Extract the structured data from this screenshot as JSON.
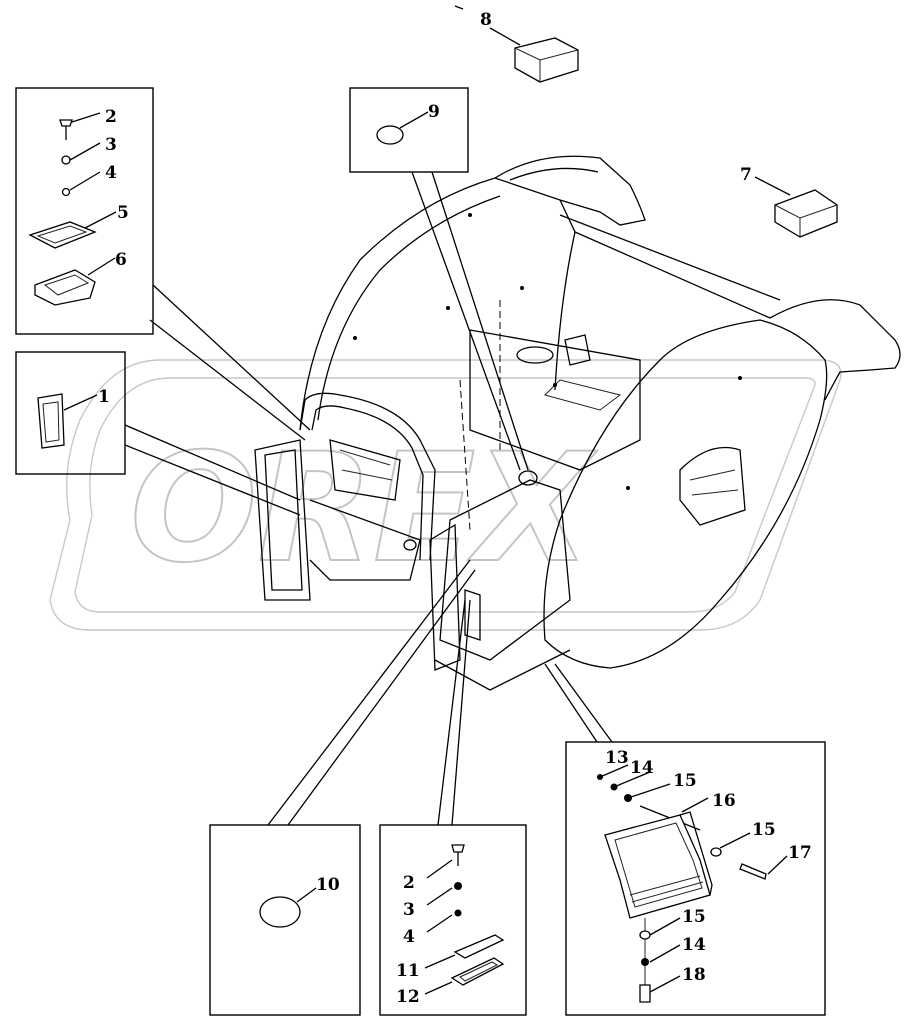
{
  "watermark": {
    "logo_text": "OREX"
  },
  "callouts": {
    "c1": "1",
    "c2_top": "2",
    "c3_top": "3",
    "c4_top": "4",
    "c5": "5",
    "c6": "6",
    "c7": "7",
    "c8": "8",
    "c9": "9",
    "c10": "10",
    "c2_bot": "2",
    "c3_bot": "3",
    "c4_bot": "4",
    "c11": "11",
    "c12": "12",
    "c13": "13",
    "c14_top": "14",
    "c15_top": "15",
    "c16": "16",
    "c15_mid": "15",
    "c17": "17",
    "c15_bot": "15",
    "c14_bot": "14",
    "c18": "18"
  }
}
